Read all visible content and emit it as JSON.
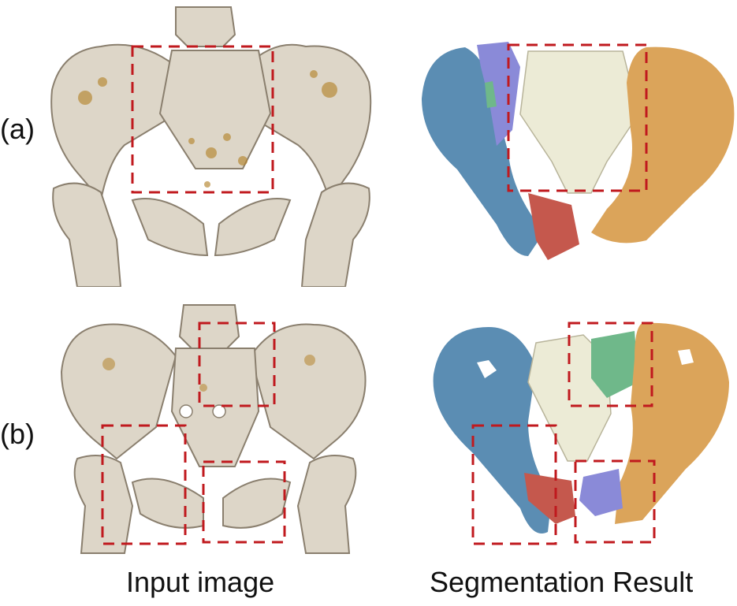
{
  "figure": {
    "rows": [
      {
        "label": "(a)"
      },
      {
        "label": "(b)"
      }
    ],
    "columns": [
      {
        "caption": "Input image"
      },
      {
        "caption": "Segmentation Result"
      }
    ]
  },
  "colors": {
    "bone_input": "#ddd6c8",
    "bone_shadow": "#8a7f6e",
    "fracture_highlight": "#b5852e",
    "sacrum": "#ecebd6",
    "left_hip": "#5b8db3",
    "right_hip": "#dba45a",
    "fragment_red": "#c5584d",
    "fragment_purple": "#8a8ad8",
    "fragment_green": "#6fb88a",
    "roi_box": "#c0191e"
  }
}
